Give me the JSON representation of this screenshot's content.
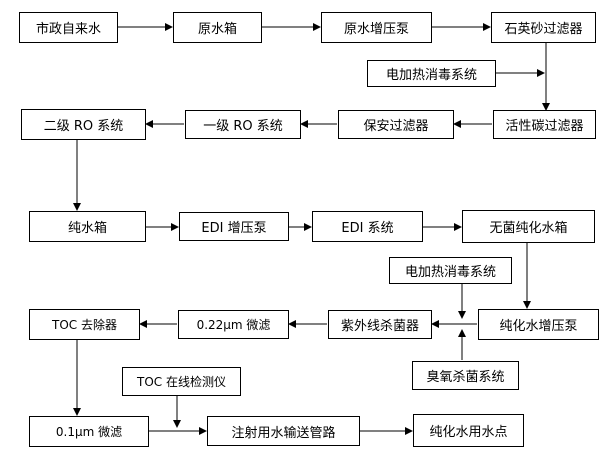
{
  "nodes": {
    "municipal_water": "市政自来水",
    "raw_tank": "原水箱",
    "raw_pump": "原水增压泵",
    "quartz_filter": "石英砂过滤器",
    "heat_disinfect_1": "电加热消毒系统",
    "carbon_filter": "活性碳过滤器",
    "security_filter": "保安过滤器",
    "ro_stage1": "一级 RO 系统",
    "ro_stage2": "二级 RO 系统",
    "pure_tank": "纯水箱",
    "edi_pump": "EDI 增压泵",
    "edi_system": "EDI 系统",
    "sterile_tank": "无菌纯化水箱",
    "heat_disinfect_2": "电加热消毒系统",
    "purified_pump": "纯化水增压泵",
    "uv_sterilizer": "紫外线杀菌器",
    "filter_022": "0.22μm 微滤",
    "toc_remover": "TOC 去除器",
    "ozone_system": "臭氧杀菌系统",
    "toc_detector": "TOC 在线检测仪",
    "filter_01": "0.1μm 微滤",
    "injection_pipe": "注射用水输送管路",
    "use_point": "纯化水用水点"
  }
}
